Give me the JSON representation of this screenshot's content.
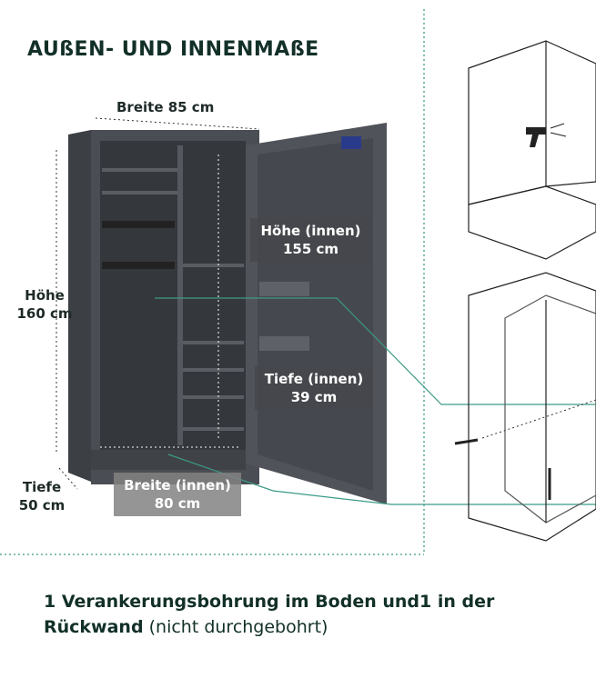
{
  "title": "AUßEN- UND INNENMAßE",
  "outer": {
    "width_label": "Breite 85 cm",
    "height_label": "Höhe",
    "height_value": "160 cm",
    "depth_label": "Tiefe",
    "depth_value": "50 cm"
  },
  "inner": {
    "height_label": "Höhe (innen)",
    "height_value": "155 cm",
    "depth_label": "Tiefe (innen)",
    "depth_value": "39 cm",
    "width_label": "Breite (innen)",
    "width_value": "80 cm"
  },
  "caption": {
    "bold": "1 Verankerungsbohrung im Boden und1 in der Rückwand",
    "normal": "(nicht durchgebohrt)"
  },
  "colors": {
    "accent": "#3c9a86",
    "safe": "#4a4d53",
    "text": "#123028"
  },
  "icons": [
    "drill-icon",
    "anchor-bolt-icon"
  ]
}
